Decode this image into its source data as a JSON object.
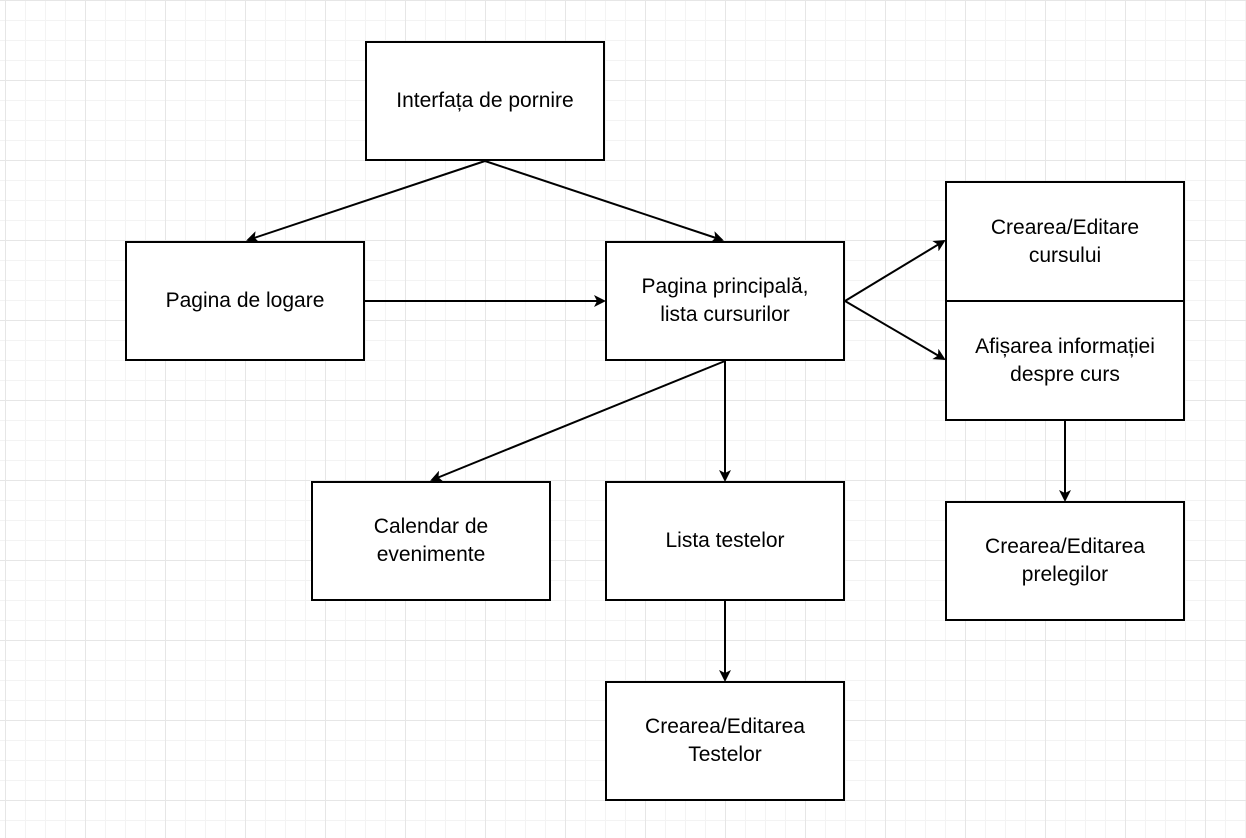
{
  "diagram": {
    "nodes": [
      {
        "id": "interfata",
        "label": "Interfața de pornire"
      },
      {
        "id": "logare",
        "label": "Pagina de logare"
      },
      {
        "id": "principala",
        "label": "Pagina principală,\nlista cursurilor"
      },
      {
        "id": "creare-curs",
        "label": "Crearea/Editare\ncursului"
      },
      {
        "id": "afisare",
        "label": "Afișarea informației\ndespre curs"
      },
      {
        "id": "calendar",
        "label": "Calendar de\nevenimente"
      },
      {
        "id": "teste",
        "label": "Lista testelor"
      },
      {
        "id": "prelegeri",
        "label": "Crearea/Editarea\nprelegilor"
      },
      {
        "id": "creare-teste",
        "label": "Crearea/Editarea\nTestelor"
      }
    ],
    "edges": [
      {
        "from": "interfata",
        "to": "logare"
      },
      {
        "from": "interfata",
        "to": "principala"
      },
      {
        "from": "logare",
        "to": "principala"
      },
      {
        "from": "principala",
        "to": "creare-curs"
      },
      {
        "from": "principala",
        "to": "afisare"
      },
      {
        "from": "principala",
        "to": "calendar"
      },
      {
        "from": "principala",
        "to": "teste"
      },
      {
        "from": "afisare",
        "to": "prelegeri"
      },
      {
        "from": "teste",
        "to": "creare-teste"
      }
    ],
    "colors": {
      "stroke": "#000000",
      "fill": "#ffffff",
      "text": "#000000",
      "grid": "#e6e6e6"
    }
  }
}
